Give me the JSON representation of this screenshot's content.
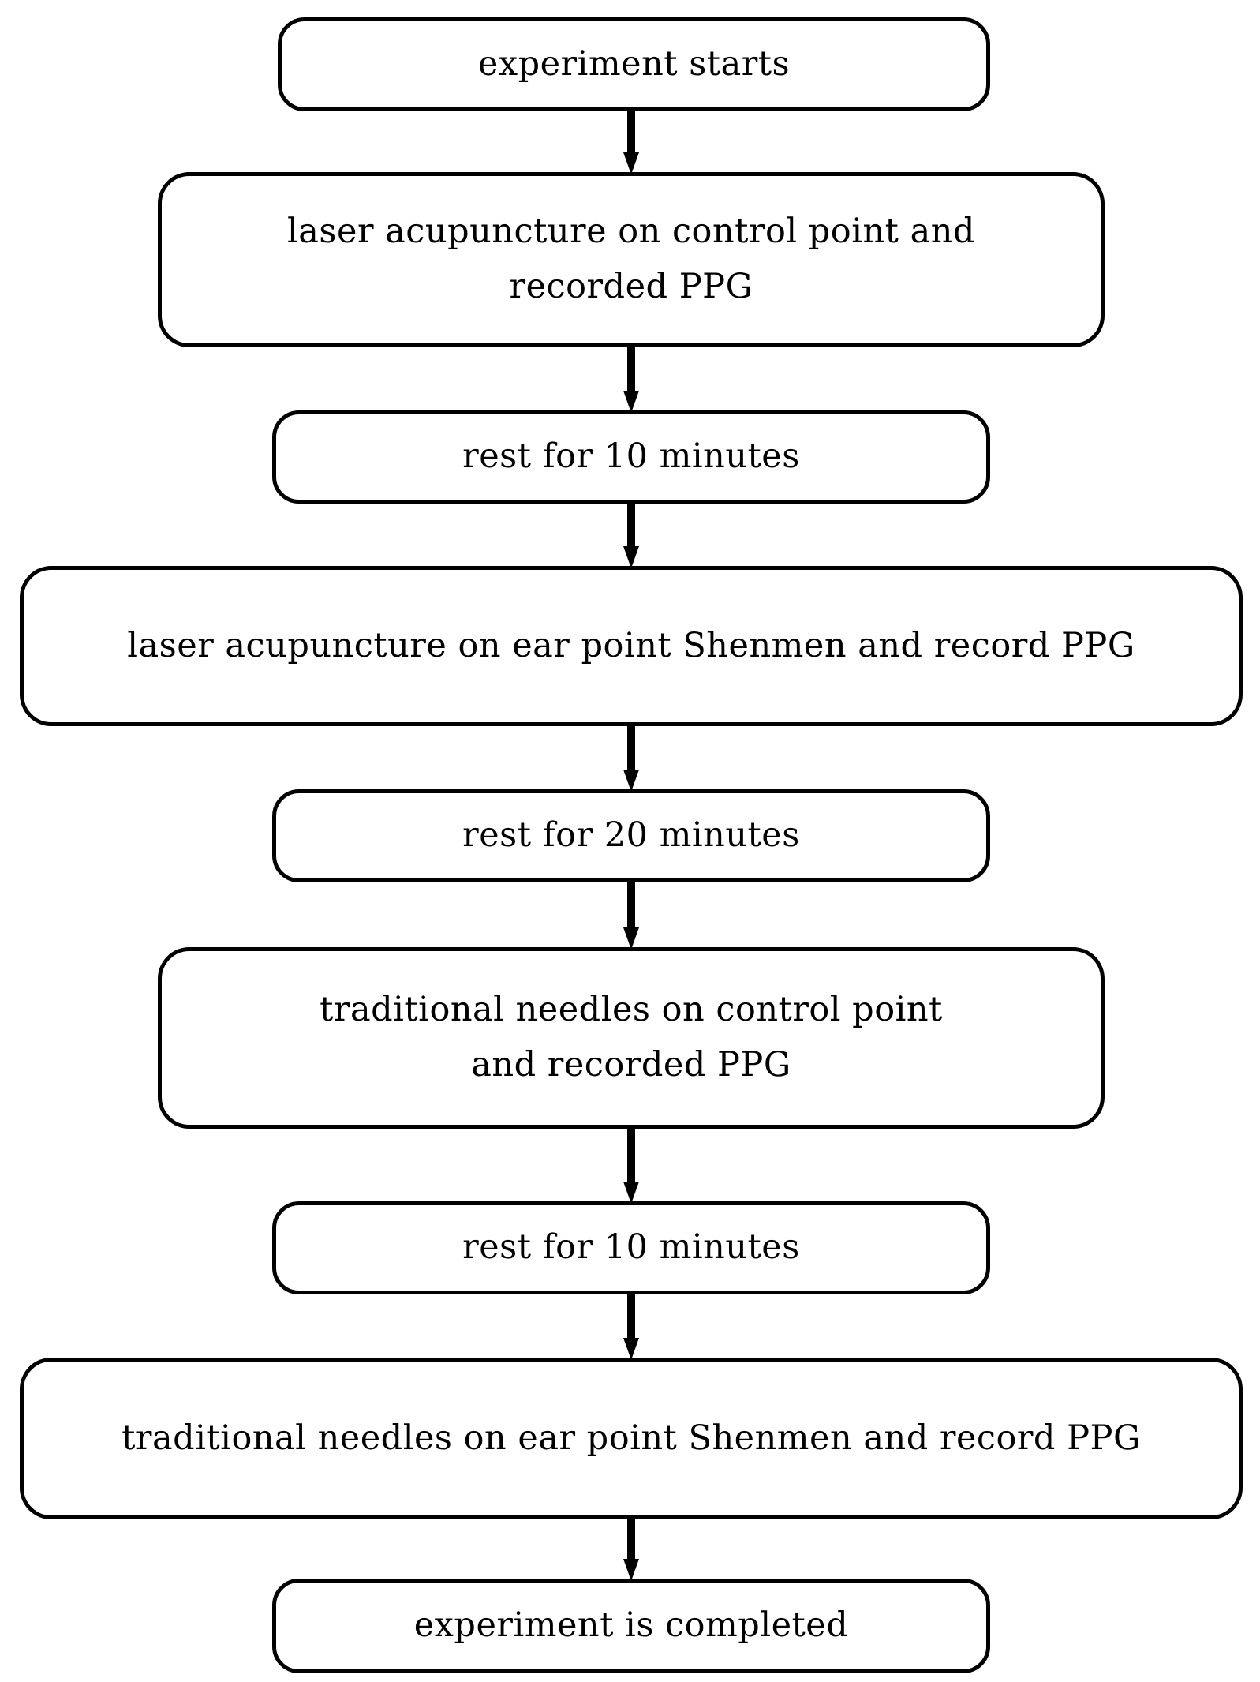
{
  "diagram": {
    "title": "experiment protocol flowchart",
    "orientation": "top-to-bottom",
    "colors": {
      "background": "#ffffff",
      "stroke": "#000000",
      "text": "#000000"
    },
    "nodes": [
      {
        "id": "start",
        "shape": "rounded-rectangle",
        "label": "experiment starts"
      },
      {
        "id": "laser-control",
        "shape": "rounded-rectangle",
        "label": "laser acupuncture on control point and\nrecorded PPG"
      },
      {
        "id": "rest-10-a",
        "shape": "rounded-rectangle",
        "label": "rest for 10 minutes"
      },
      {
        "id": "laser-shenmen",
        "shape": "rounded-rectangle",
        "label": "laser acupuncture on ear point Shenmen and record PPG"
      },
      {
        "id": "rest-20",
        "shape": "rounded-rectangle",
        "label": "rest for 20 minutes"
      },
      {
        "id": "needle-control",
        "shape": "rounded-rectangle",
        "label": "traditional needles on control point\nand recorded PPG"
      },
      {
        "id": "rest-10-b",
        "shape": "rounded-rectangle",
        "label": "rest for 10 minutes"
      },
      {
        "id": "needle-shenmen",
        "shape": "rounded-rectangle",
        "label": "traditional needles on ear point Shenmen and record PPG"
      },
      {
        "id": "end",
        "shape": "rounded-rectangle",
        "label": "experiment is completed"
      }
    ],
    "edges": [
      {
        "from": "start",
        "to": "laser-control",
        "marker": "arrow-down"
      },
      {
        "from": "laser-control",
        "to": "rest-10-a",
        "marker": "arrow-down"
      },
      {
        "from": "rest-10-a",
        "to": "laser-shenmen",
        "marker": "arrow-down"
      },
      {
        "from": "laser-shenmen",
        "to": "rest-20",
        "marker": "arrow-down"
      },
      {
        "from": "rest-20",
        "to": "needle-control",
        "marker": "arrow-down"
      },
      {
        "from": "needle-control",
        "to": "rest-10-b",
        "marker": "arrow-down"
      },
      {
        "from": "rest-10-b",
        "to": "needle-shenmen",
        "marker": "arrow-down"
      },
      {
        "from": "needle-shenmen",
        "to": "end",
        "marker": "arrow-down"
      }
    ]
  }
}
